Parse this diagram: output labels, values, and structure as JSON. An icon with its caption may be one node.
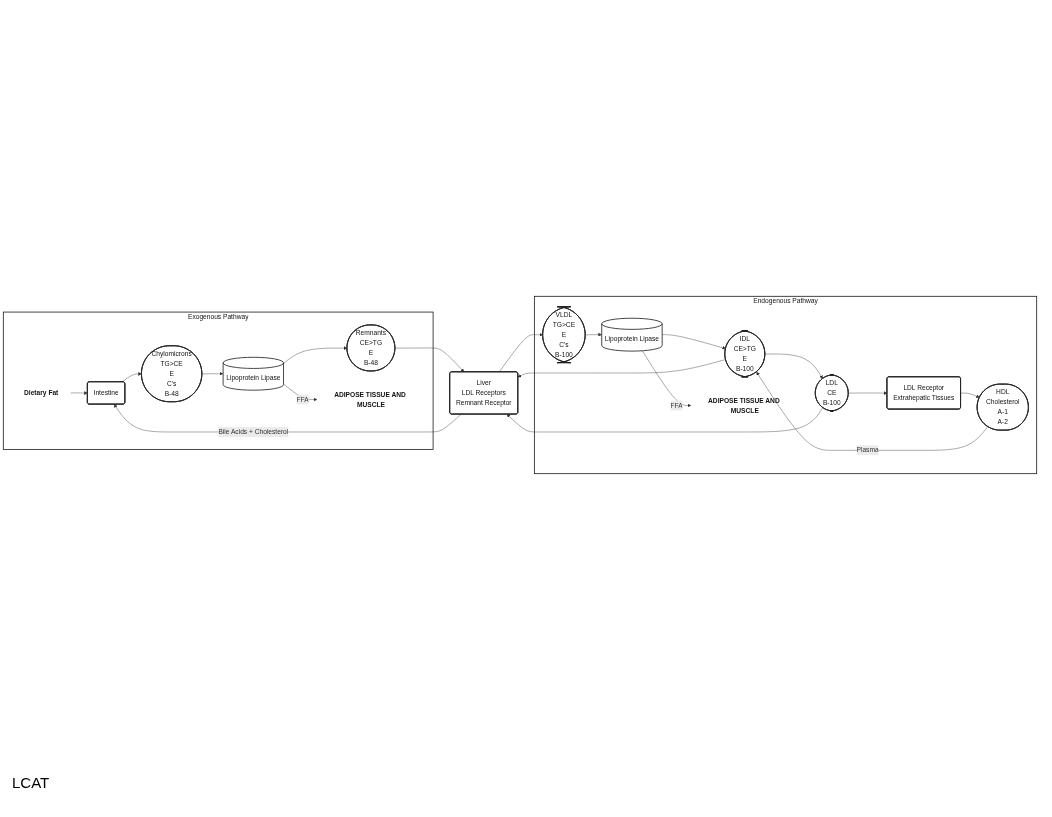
{
  "diagram": {
    "nodes": [
      {
        "text": [
          "Exogenous Pathway"
        ]
      },
      {
        "text": [
          "Endogenous Pathway"
        ]
      },
      {
        "text": [
          "Dietary Fat"
        ],
        "in": 0
      },
      {
        "text": [
          "Intestine"
        ],
        "in": 0
      },
      {
        "text": [
          "Liver",
          "LDL Receptors",
          "Remnant Receptor"
        ]
      },
      {
        "text": [
          "Chylomicrons",
          "TG>CE",
          "E",
          "C's",
          "B-48"
        ],
        "in": 0
      },
      {
        "text": [
          "Remnants",
          "CE>TG",
          "E",
          "B-48"
        ],
        "in": 0
      },
      {
        "text": [
          "Lipoprotein Lipase"
        ],
        "in": 0
      },
      {
        "text": [
          "ADIPOSE TISSUE AND MUSCLE"
        ],
        "in": 0
      },
      {
        "text": [
          "LDL",
          "CE",
          "B-100"
        ],
        "in": 1
      },
      {
        "text": [
          "LDL Receptor",
          "Extrahepatic Tissues"
        ],
        "in": 1
      },
      {
        "text": [
          "VLDL",
          "TG>CE",
          "E",
          "C's",
          "B-100"
        ],
        "in": 1
      },
      {
        "text": [
          "IDL",
          "CE>TG",
          "E",
          "B-100"
        ],
        "in": 1
      },
      {
        "text": [
          "HDL",
          "Cholesterol",
          "A-1",
          "A-2"
        ],
        "in": 1
      },
      {
        "text": [
          "Lipoprotein Lipase"
        ],
        "in": 1
      },
      {
        "text": [
          "ADIPOSE TISSUE AND MUSCLE"
        ],
        "in": 1
      }
    ],
    "edges": [
      {
        "from": 2,
        "to": 3,
        "arrow": "to"
      },
      {
        "from": 4,
        "to": 3,
        "arrow": "to",
        "label": "Bile Acids + Cholesterol"
      },
      {
        "from": 3,
        "to": 5,
        "arrow": "to"
      },
      {
        "from": 5,
        "to": 7,
        "arrow": "to"
      },
      {
        "from": 7,
        "to": 6,
        "arrow": "to"
      },
      {
        "from": 6,
        "to": 4,
        "arrow": "to"
      },
      {
        "from": 7,
        "to": 8,
        "arrow": "to",
        "label": "FFA"
      },
      {
        "from": 4,
        "to": 11,
        "arrow": "to"
      },
      {
        "from": 11,
        "to": 14,
        "arrow": "to"
      },
      {
        "from": 14,
        "to": 12,
        "arrow": "to"
      },
      {
        "from": 12,
        "to": 9,
        "arrow": "to"
      },
      {
        "from": 12,
        "to": 4,
        "arrow": "to"
      },
      {
        "from": 9,
        "to": 4,
        "arrow": "to"
      },
      {
        "from": 9,
        "to": 10,
        "arrow": "to"
      },
      {
        "from": 10,
        "to": 13,
        "arrow": "to"
      },
      {
        "from": 13,
        "to": 12,
        "arrow": "to",
        "label": "Plasma"
      },
      {
        "from": 14,
        "to": 15,
        "arrow": "to",
        "label": "FFA"
      }
    ],
    "labels": [
      "LCAT"
    ]
  }
}
